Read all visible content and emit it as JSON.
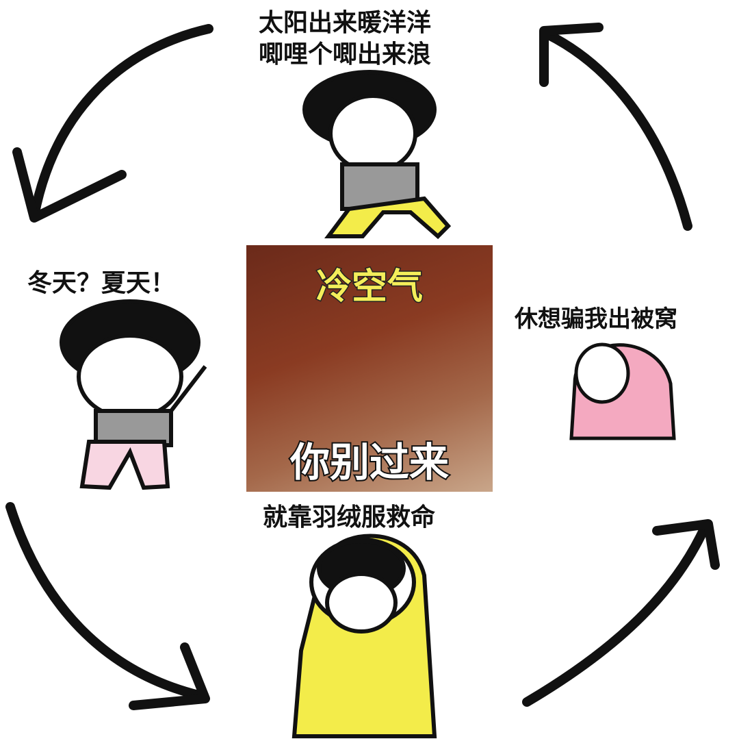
{
  "captions": {
    "top_line1": "太阳出来暖洋洋",
    "top_line2": "唧哩个唧出来浪",
    "left": "冬天？夏天！",
    "right": "休想骗我出被窝",
    "bottom": "就靠羽绒服救命"
  },
  "center_photo": {
    "top_text": "冷空气",
    "bottom_text": "你别过来"
  },
  "colors": {
    "arrow": "#111111",
    "yellow": "#f3ec4a",
    "pink": "#f4a9c0"
  }
}
